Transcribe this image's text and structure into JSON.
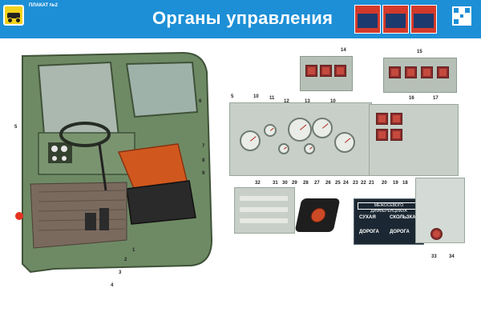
{
  "header": {
    "poster_label": "ПЛАКАТ №2",
    "title": "Органы управления",
    "colors": {
      "bar": "#1d8fd6",
      "logo": "#f2d21b",
      "accent_red": "#d43a2b"
    }
  },
  "labels": {
    "cab": [
      "1",
      "2",
      "3",
      "4",
      "5",
      "6",
      "7",
      "8",
      "9"
    ],
    "dashboard": [
      "5",
      "10",
      "11",
      "12",
      "13",
      "10",
      "14",
      "15",
      "16",
      "17",
      "18",
      "19",
      "20",
      "21",
      "22",
      "23",
      "24",
      "25",
      "26",
      "27",
      "28",
      "29",
      "30",
      "31",
      "32",
      "33",
      "34"
    ]
  },
  "sign": {
    "title": "МЕЖОСЕВОГО ДИФФЕРЕНЦИАЛА",
    "left_top": "СУХАЯ",
    "left_bottom": "ДОРОГА",
    "right_top": "СКОЛЬЗКАЯ",
    "right_bottom": "ДОРОГА"
  }
}
